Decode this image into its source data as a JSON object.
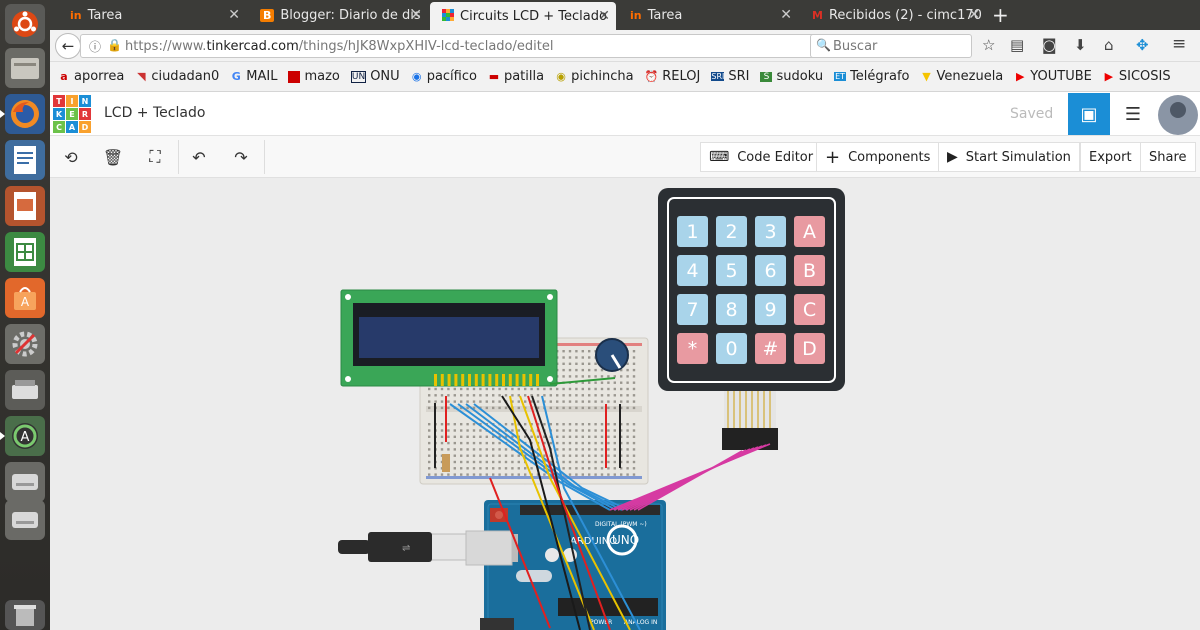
{
  "browser": {
    "tabs": [
      {
        "label": "Tarea",
        "favicon": "tinkercad-icon"
      },
      {
        "label": "Blogger: Diario de dis",
        "favicon": "blogger-icon"
      },
      {
        "label": "Circuits LCD + Teclado",
        "favicon": "tinkercad-grid-icon",
        "active": true
      },
      {
        "label": "Tarea",
        "favicon": "tinkercad-icon"
      },
      {
        "label": "Recibidos (2) - cimc170",
        "favicon": "gmail-icon"
      }
    ],
    "url_prefix": "https://www.",
    "url_host": "tinkercad.com",
    "url_path": "/things/hJK8WxpXHIV-lcd-teclado/editel",
    "search_placeholder": "Buscar",
    "bookmarks": [
      "aporrea",
      "ciudadan0",
      "MAIL",
      "mazo",
      "ONU",
      "pacífico",
      "patilla",
      "pichincha",
      "RELOJ",
      "SRI",
      "sudoku",
      "Telégrafo",
      "Venezuela",
      "YOUTUBE",
      "SICOSIS"
    ]
  },
  "app": {
    "logo_letters": [
      "T",
      "I",
      "N",
      "K",
      "E",
      "R",
      "C",
      "A",
      "D"
    ],
    "project_title": "LCD + Teclado",
    "save_status": "Saved"
  },
  "toolbar": {
    "code_editor": "Code Editor",
    "components": "Components",
    "start_simulation": "Start Simulation",
    "export": "Export",
    "share": "Share"
  },
  "keypad": {
    "keys": [
      "1",
      "2",
      "3",
      "A",
      "4",
      "5",
      "6",
      "B",
      "7",
      "8",
      "9",
      "C",
      "*",
      "0",
      "#",
      "D"
    ],
    "colors": {
      "digit": "#a9d4ea",
      "letter": "#e89aa1",
      "body": "#2b2f33"
    }
  },
  "arduino": {
    "brand": "ARDUINO",
    "model": "UNO",
    "labels": [
      "DIGITAL (PWM ~)",
      "POWER",
      "ANALOG IN"
    ]
  }
}
